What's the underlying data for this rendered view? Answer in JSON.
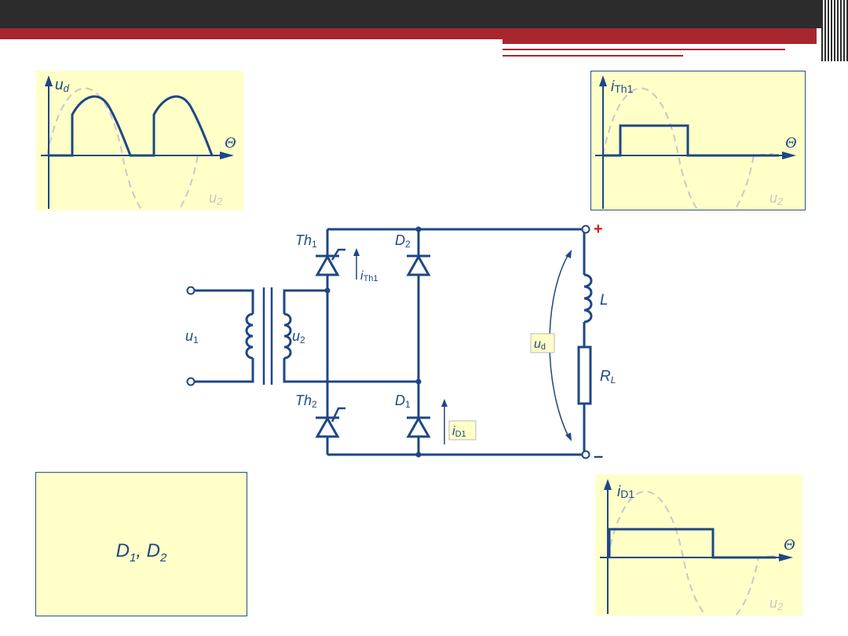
{
  "panels": {
    "ud": {
      "axis_label": "u",
      "axis_sub": "d",
      "x_label": "Θ",
      "ghost_label": "u",
      "ghost_sub": "2"
    },
    "ith1": {
      "axis_label": "i",
      "axis_sub": "Th1",
      "x_label": "Θ",
      "ghost_label": "u",
      "ghost_sub": "2"
    },
    "id1": {
      "axis_label": "i",
      "axis_sub": "D1",
      "x_label": "Θ",
      "ghost_label": "u",
      "ghost_sub": "2"
    },
    "conducting": {
      "text_a": "D",
      "sub_a": "1",
      "sep": ", ",
      "text_b": "D",
      "sub_b": "2"
    }
  },
  "circuit": {
    "u1": "u",
    "u1_sub": "1",
    "u2": "u",
    "u2_sub": "2",
    "th1": "Th",
    "th1_sub": "1",
    "th2": "Th",
    "th2_sub": "2",
    "d1": "D",
    "d1_sub": "1",
    "d2": "D",
    "d2_sub": "2",
    "ith1": "i",
    "ith1_sub": "Th1",
    "id1": "i",
    "id1_sub": "D1",
    "ud": "u",
    "ud_sub": "d",
    "L": "L",
    "RL": "R",
    "RL_sub": "L",
    "plus": "+",
    "minus": "–"
  },
  "colors": {
    "wire": "#1e4785",
    "ghost": "#c8c8c8",
    "panel": "#ffffc8",
    "plus": "#e0161c",
    "accent_bar": "#a8262e"
  }
}
